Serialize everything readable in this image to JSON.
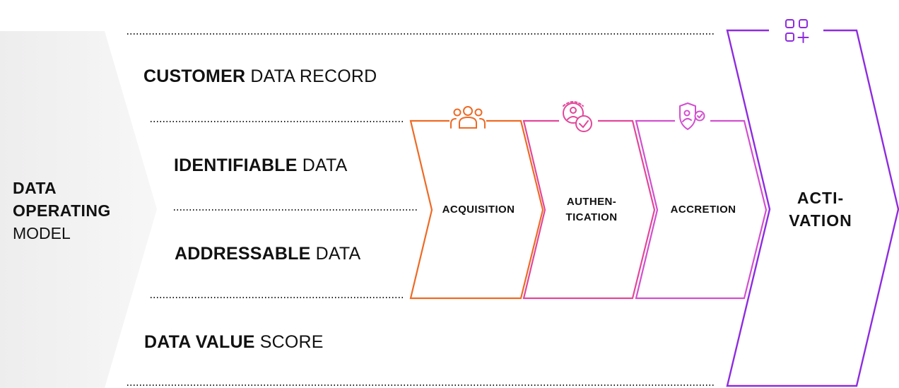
{
  "model": {
    "line1": "DATA",
    "line2": "OPERATING",
    "line3": "MODEL"
  },
  "bands": [
    {
      "bold": "CUSTOMER",
      "rest": " DATA RECORD"
    },
    {
      "bold": "IDENTIFIABLE",
      "rest": " DATA"
    },
    {
      "bold": "ADDRESSABLE",
      "rest": " DATA"
    },
    {
      "bold": "DATA VALUE",
      "rest": " SCORE"
    }
  ],
  "stages": [
    {
      "label": "ACQUISITION",
      "icon": "people-group-icon",
      "color": "#EE6A24"
    },
    {
      "label_line1": "AUTHEN-",
      "label_line2": "TICATION",
      "icon": "user-verified-icon",
      "color": "#E2479A"
    },
    {
      "label": "ACCRETION",
      "icon": "shield-user-icon",
      "color": "#D24FCF"
    }
  ],
  "activation": {
    "line1": "ACTI-",
    "line2": "VATION",
    "icon": "apps-add-icon",
    "color": "#8E2BE0"
  },
  "colors": {
    "model_bg": "#EEEDEE",
    "dotted_line": "#222222"
  }
}
